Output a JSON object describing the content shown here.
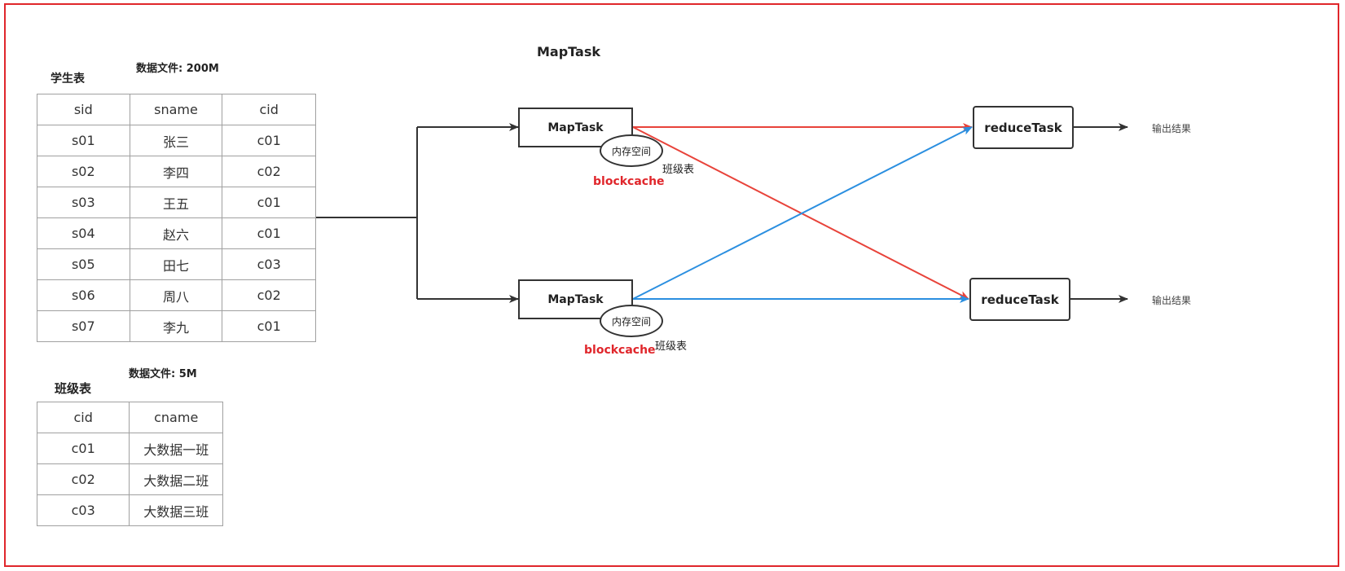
{
  "student_table": {
    "title": "学生表",
    "file_size": "数据文件: 200M",
    "headers": [
      "sid",
      "sname",
      "cid"
    ],
    "rows": [
      [
        "s01",
        "张三",
        "c01"
      ],
      [
        "s02",
        "李四",
        "c02"
      ],
      [
        "s03",
        "王五",
        "c01"
      ],
      [
        "s04",
        "赵六",
        "c01"
      ],
      [
        "s05",
        "田七",
        "c03"
      ],
      [
        "s06",
        "周八",
        "c02"
      ],
      [
        "s07",
        "李九",
        "c01"
      ]
    ]
  },
  "class_table": {
    "title": "班级表",
    "file_size": "数据文件: 5M",
    "headers": [
      "cid",
      "cname"
    ],
    "rows": [
      [
        "c01",
        "大数据一班"
      ],
      [
        "c02",
        "大数据二班"
      ],
      [
        "c03",
        "大数据三班"
      ]
    ]
  },
  "diagram": {
    "heading": "MapTask",
    "map_tasks": [
      {
        "label": "MapTask",
        "memory": "内存空间",
        "cache": "blockcache",
        "table": "班级表"
      },
      {
        "label": "MapTask",
        "memory": "内存空间",
        "cache": "blockcache",
        "table": "班级表"
      }
    ],
    "reduce_tasks": [
      {
        "label": "reduceTask",
        "output": "输出结果"
      },
      {
        "label": "reduceTask",
        "output": "输出结果"
      }
    ]
  },
  "colors": {
    "frame": "#e0262b",
    "red_line": "#e8433a",
    "blue_line": "#2b8fe0",
    "dark_line": "#333333",
    "blockcache_text": "#e0262b"
  }
}
